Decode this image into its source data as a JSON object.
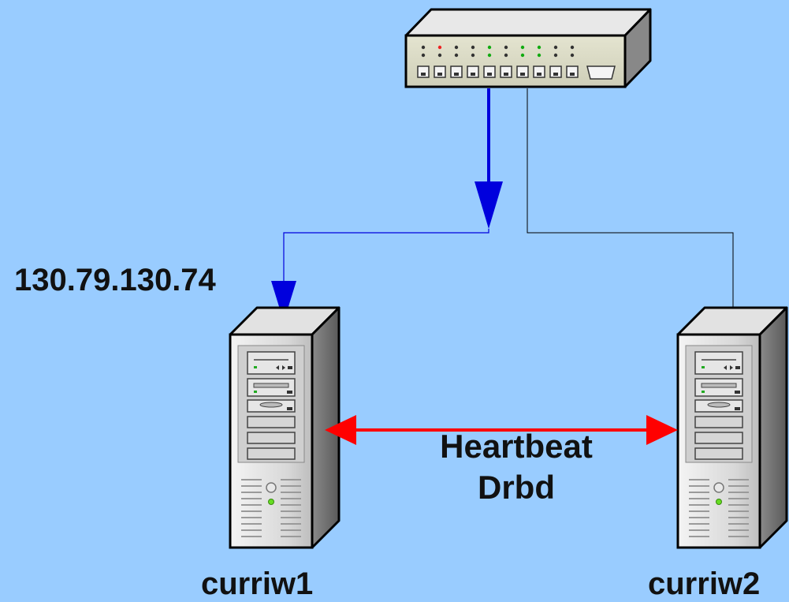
{
  "ip_address": "130.79.130.74",
  "link": {
    "line1": "Heartbeat",
    "line2": "Drbd"
  },
  "servers": [
    {
      "name": "curriw1"
    },
    {
      "name": "curriw2"
    }
  ],
  "colors": {
    "background": "#99ccff",
    "active_link": "#0000dd",
    "heartbeat": "#ff0000",
    "passive_link": "#000000"
  },
  "icons": {
    "switch": "network-switch-icon",
    "server": "tower-server-icon"
  }
}
